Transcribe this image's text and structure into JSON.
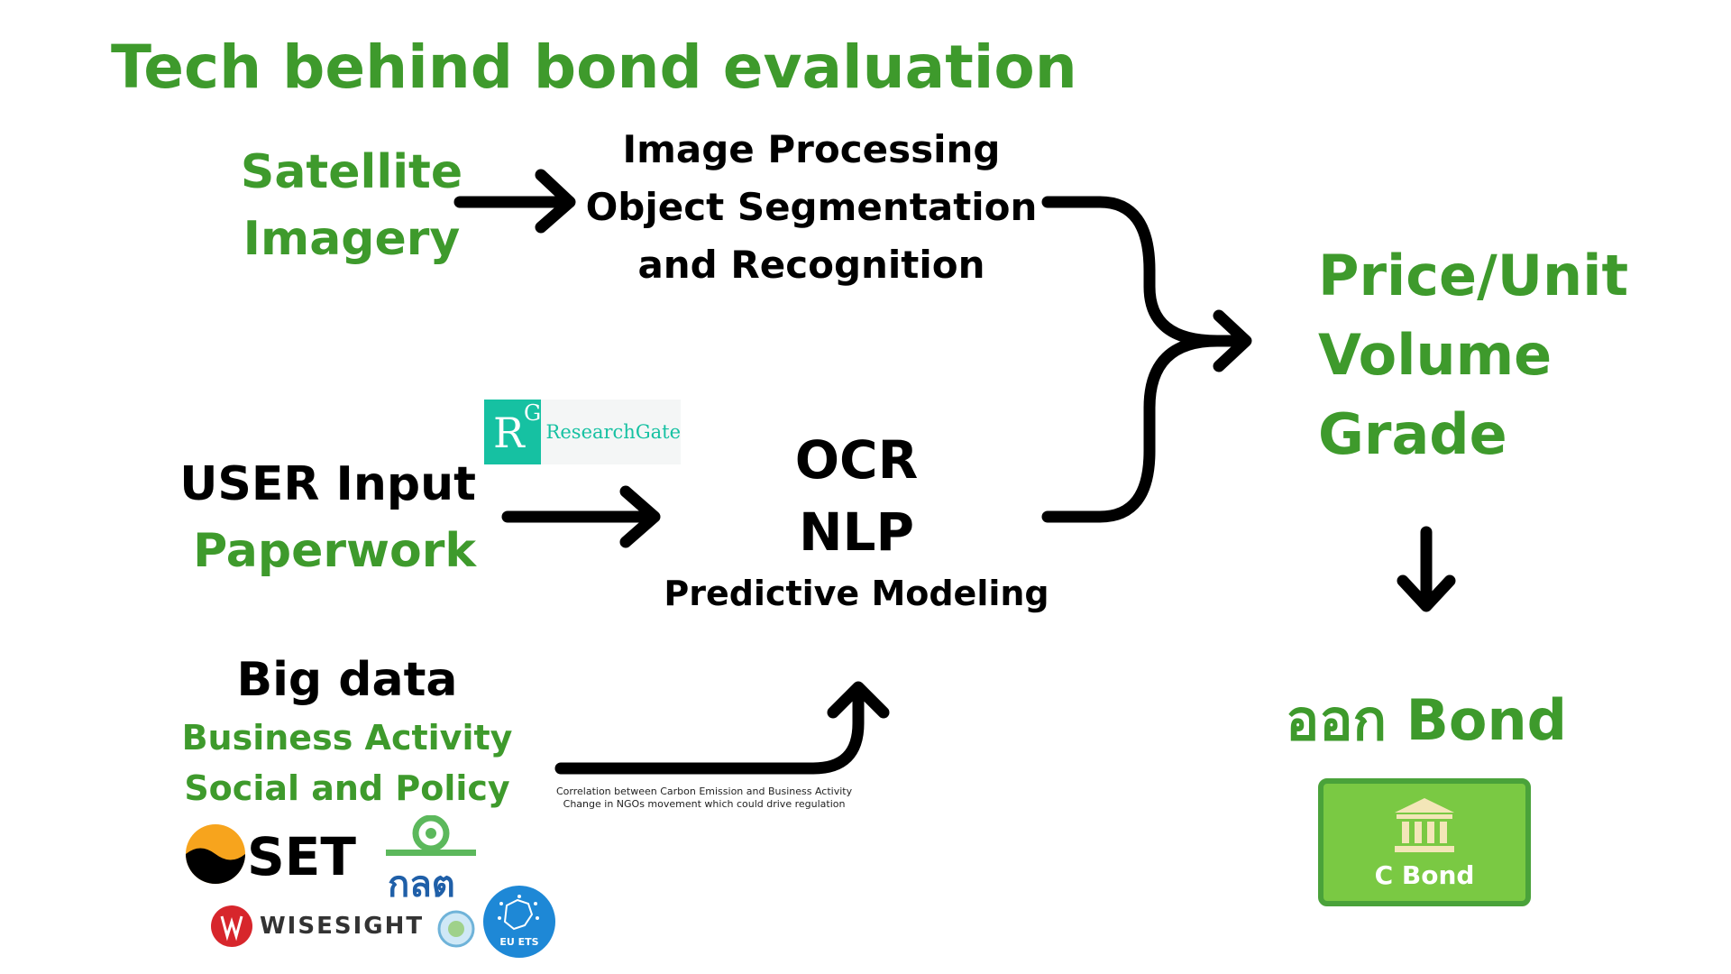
{
  "title": "Tech behind bond evaluation",
  "row1": {
    "source_line1": "Satellite",
    "source_line2": "Imagery",
    "process_line1": "Image Processing",
    "process_line2": "Object Segmentation",
    "process_line3": "and Recognition"
  },
  "row2": {
    "source_line1": "USER Input",
    "source_line2": "Paperwork",
    "logo_text": "ResearchGate",
    "logo_mark_r": "R",
    "logo_mark_g": "G",
    "process_line1": "OCR",
    "process_line2": "NLP",
    "process_line3": "Predictive Modeling"
  },
  "row3": {
    "heading": "Big data",
    "line1": "Business Activity",
    "line2": "Social and Policy",
    "note_line1": "Correlation between Carbon Emission and Business Activity",
    "note_line2": "Change in NGOs movement which could drive regulation"
  },
  "logos": {
    "set": "SET",
    "sec": "กลต",
    "wisesight": "WISESIGHT",
    "eu_ets": "EU ETS"
  },
  "outputs": {
    "line1": "Price/Unit",
    "line2": "Volume",
    "line3": "Grade"
  },
  "issue": {
    "label": "ออก Bond",
    "card_label": "C Bond"
  },
  "colors": {
    "accent_green": "#3e9a2c",
    "card_green": "#7ac943",
    "card_border": "#4aa23a",
    "researchgate_teal": "#16c1a2",
    "eu_blue": "#1e88d6"
  }
}
